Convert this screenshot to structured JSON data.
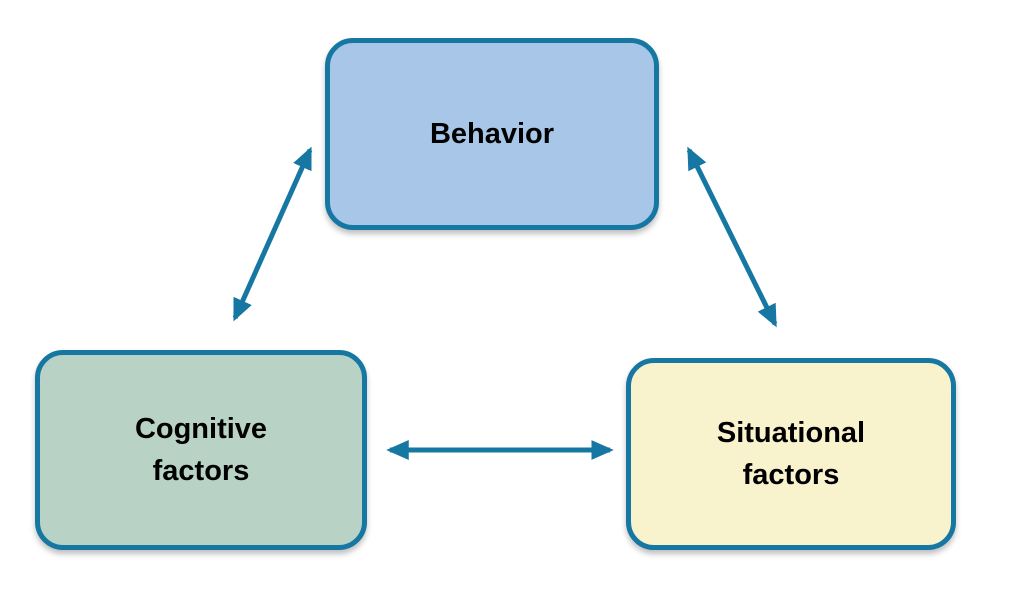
{
  "diagram": {
    "type": "concept-diagram",
    "description": "Three rounded rectangles connected in a triangle by double-headed arrows",
    "nodes": {
      "behavior": {
        "label": "Behavior",
        "fill": "#a7c6e8"
      },
      "cognitive": {
        "label": "Cognitive\nfactors",
        "fill": "#b8d2c5"
      },
      "situational": {
        "label": "Situational\nfactors",
        "fill": "#f8f2cd"
      }
    },
    "edges": [
      {
        "from": "behavior",
        "to": "cognitive",
        "direction": "bidirectional"
      },
      {
        "from": "behavior",
        "to": "situational",
        "direction": "bidirectional"
      },
      {
        "from": "cognitive",
        "to": "situational",
        "direction": "bidirectional"
      }
    ],
    "colors": {
      "accent": "#1577a2",
      "text": "#000000",
      "background": "#ffffff"
    }
  }
}
